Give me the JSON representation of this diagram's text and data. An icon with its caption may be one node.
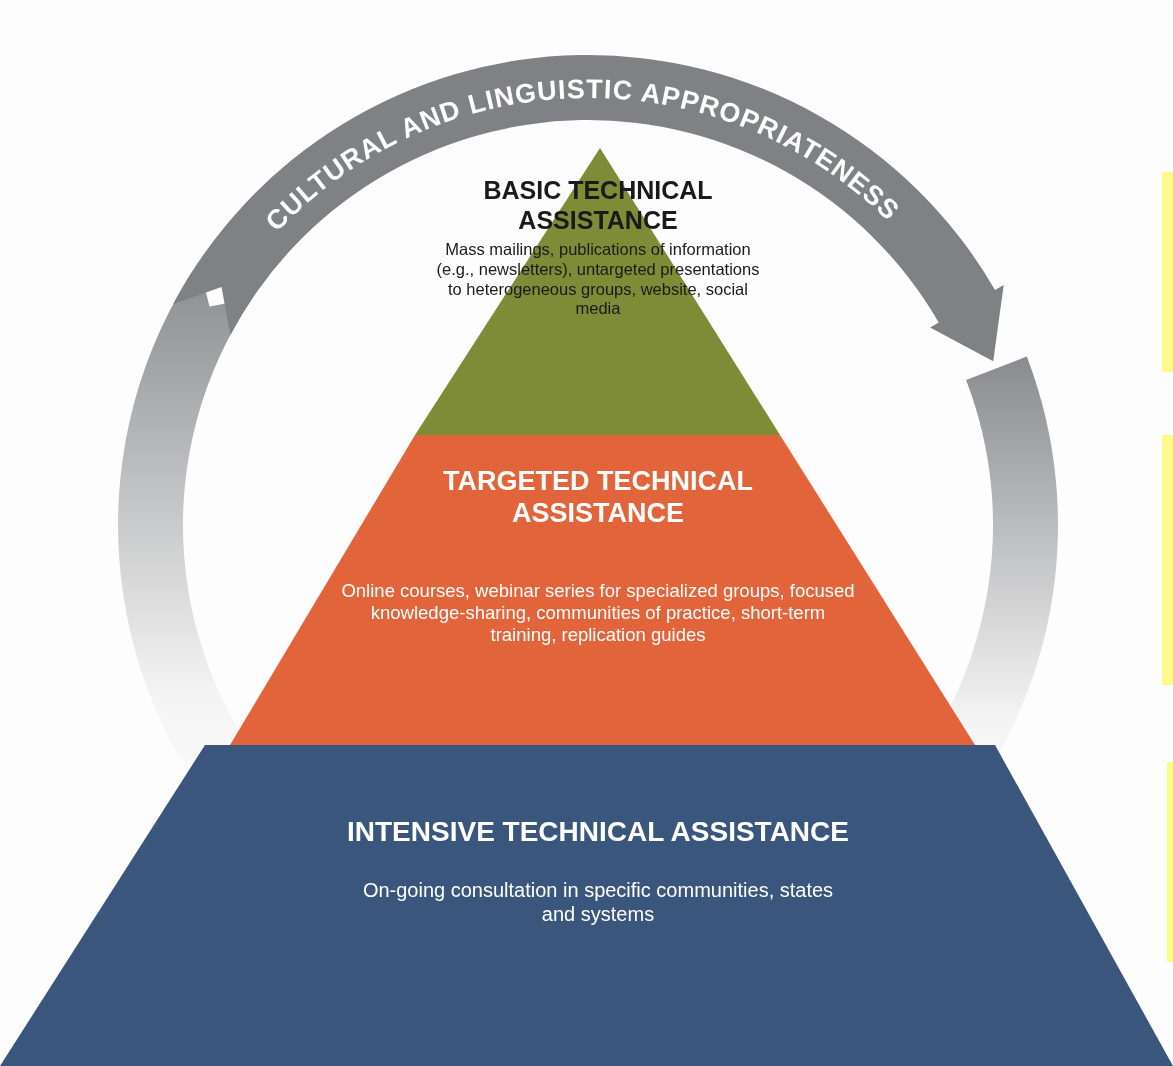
{
  "diagram": {
    "nodes": [
      {
        "text": [
          "CULTURAL AND LINGUISTIC APPROPRIATENESS"
        ]
      },
      {
        "text": [
          "BASIC TECHNICAL ASSISTANCE",
          "Mass mailings, publications of information (e.g., newsletters), untargeted presentations to heterogeneous groups, website, social media"
        ]
      },
      {
        "text": [
          "TARGETED TECHNICAL ASSISTANCE",
          "Online courses, webinar series for specialized groups, focused knowledge-sharing, communities of practice, short-term training, replication guides"
        ]
      },
      {
        "text": [
          "INTENSIVE TECHNICAL ASSISTANCE",
          "On-going consultation in specific communities, states and systems"
        ]
      }
    ]
  }
}
